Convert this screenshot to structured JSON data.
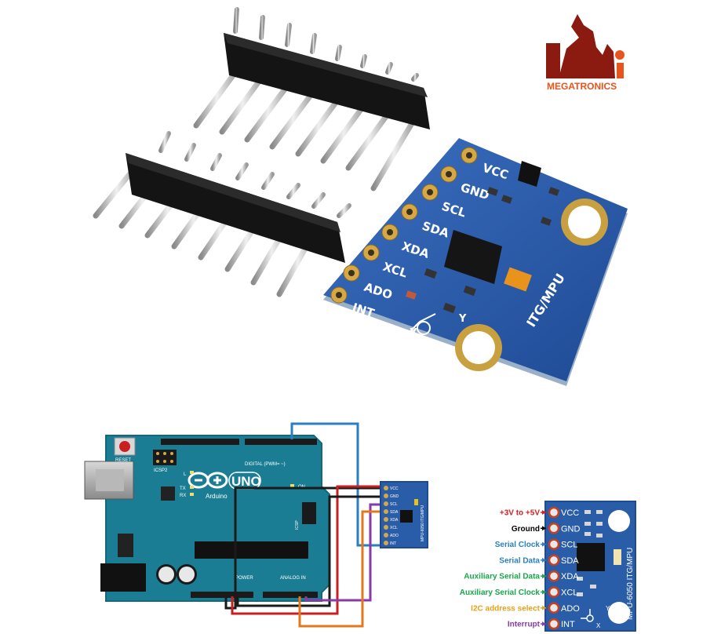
{
  "brand": {
    "name": "MEGATRONICS",
    "accent": "#8b1a10",
    "text_color": "#e8541c"
  },
  "module_photo": {
    "pins": [
      "VCC",
      "GND",
      "SCL",
      "SDA",
      "XDA",
      "XCL",
      "ADO",
      "INT"
    ],
    "board_text": "ITG/MPU",
    "axis_x": "X",
    "axis_y": "Y",
    "board_color": "#2a5da8"
  },
  "arduino": {
    "logo_text": "Arduino",
    "model": "UNO",
    "reset_label": "RESET",
    "icsp_label": "ICSP2",
    "icsp1_label": "ICSP",
    "digital_label": "DIGITAL (PWM= ~)",
    "analog_label": "ANALOG IN",
    "power_label": "POWER",
    "on_label": "ON",
    "l_label": "L",
    "tx_label": "TX",
    "rx_label": "RX",
    "board_color": "#1b7d93"
  },
  "wiring_module": {
    "pins": [
      "VCC",
      "GND",
      "SCL",
      "SDA",
      "XDA",
      "XCL",
      "ADO",
      "INT"
    ],
    "board_text": "MPU-6050 ITG/MPU"
  },
  "pinout": {
    "pins": [
      {
        "name": "VCC",
        "label": "+3V to +5V",
        "color": "#d42020"
      },
      {
        "name": "GND",
        "label": "Ground",
        "color": "#000000"
      },
      {
        "name": "SCL",
        "label": "Serial Clock",
        "color": "#2a7fc0"
      },
      {
        "name": "SDA",
        "label": "Serial Data",
        "color": "#2a7fc0"
      },
      {
        "name": "XDA",
        "label": "Auxiliary Serial Data",
        "color": "#1aa64a"
      },
      {
        "name": "XCL",
        "label": "Auxiliary Serial Clock",
        "color": "#1aa64a"
      },
      {
        "name": "ADO",
        "label": "I2C address select",
        "color": "#e8a21a"
      },
      {
        "name": "INT",
        "label": "Interrupt",
        "color": "#8a3aa8"
      }
    ],
    "board_text": "MPU-6050 ITG/MPU",
    "axis_x": "X",
    "axis_y": "Y"
  }
}
